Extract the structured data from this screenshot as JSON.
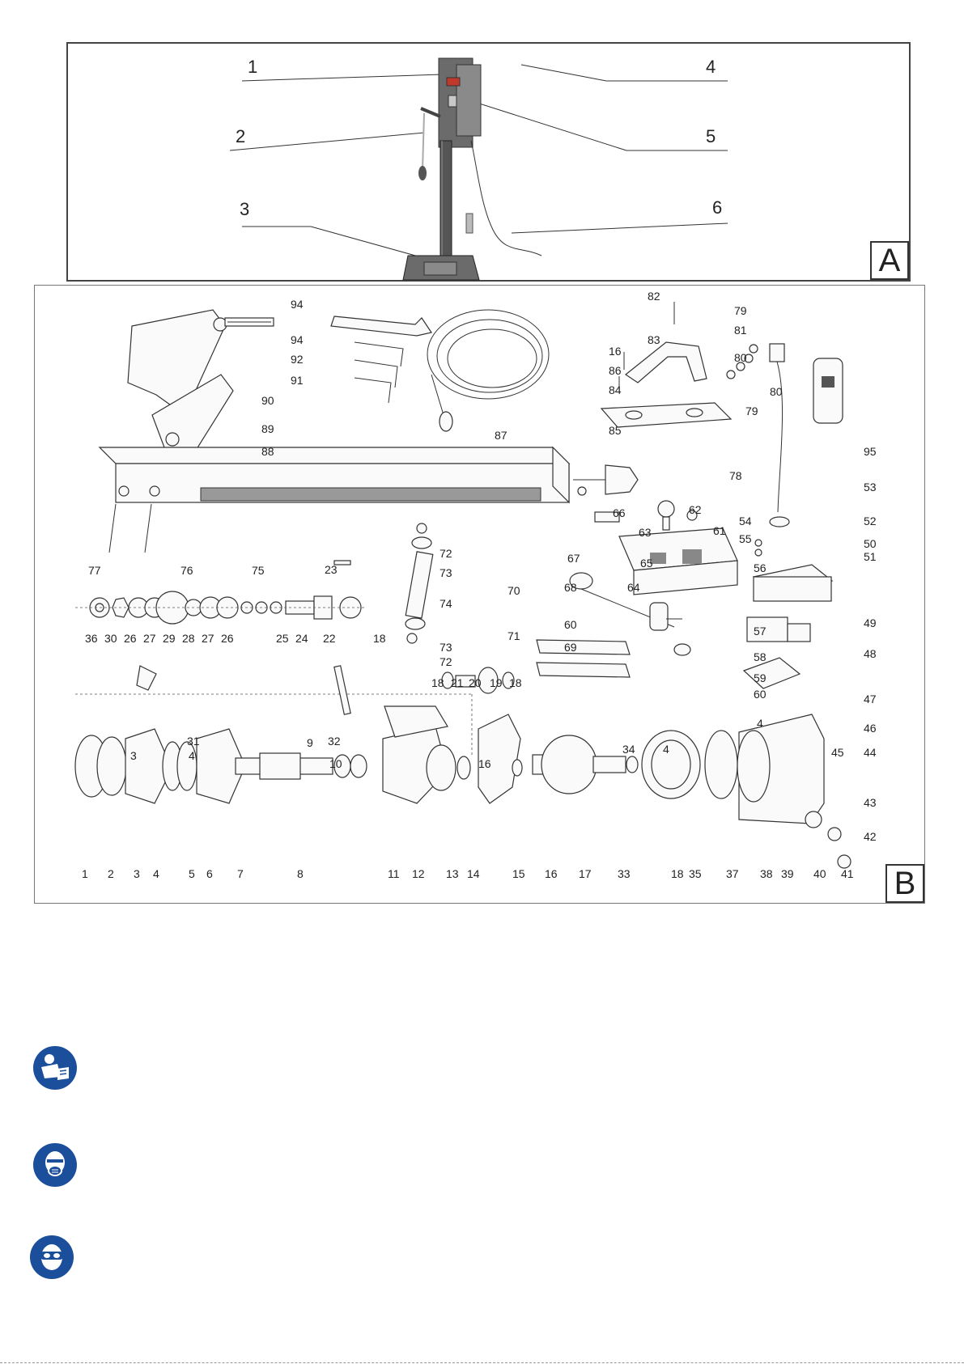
{
  "panel_a": {
    "letter": "A",
    "callouts": [
      "1",
      "2",
      "3",
      "4",
      "5",
      "6"
    ]
  },
  "panel_b": {
    "letter": "B",
    "labels": {
      "94a": "94",
      "94b": "94",
      "92": "92",
      "91": "91",
      "90": "90",
      "89": "89",
      "88": "88",
      "87": "87",
      "82": "82",
      "83": "83",
      "16a": "16",
      "86": "86",
      "84": "84",
      "85": "85",
      "79a": "79",
      "81": "81",
      "80a": "80",
      "80b": "80",
      "79b": "79",
      "95": "95",
      "78": "78",
      "53": "53",
      "66": "66",
      "62": "62",
      "61": "61",
      "63": "63",
      "54": "54",
      "52": "52",
      "55": "55",
      "77": "77",
      "76": "76",
      "75": "75",
      "67": "67",
      "65": "65",
      "56": "56",
      "50": "50",
      "51": "51",
      "72a": "72",
      "73a": "73",
      "74": "74",
      "23": "23",
      "70": "70",
      "68": "68",
      "64": "64",
      "49": "49",
      "36": "36",
      "30": "30",
      "26a": "26",
      "27a": "27",
      "29": "29",
      "28": "28",
      "27b": "27",
      "26b": "26",
      "25": "25",
      "24": "24",
      "22": "22",
      "18a": "18",
      "71": "71",
      "60a": "60",
      "69": "69",
      "57": "57",
      "73b": "73",
      "72b": "72",
      "58": "58",
      "59": "59",
      "48": "48",
      "18b": "18",
      "21": "21",
      "20": "20",
      "19": "19",
      "18c": "18",
      "60b": "60",
      "47": "47",
      "31": "31",
      "32": "32",
      "9": "9",
      "10": "10",
      "3a": "3",
      "4a": "4",
      "34": "34",
      "4b": "4",
      "16b": "16",
      "4c": "4",
      "46": "46",
      "45": "45",
      "44": "44",
      "43": "43",
      "42": "42",
      "1": "1",
      "2": "2",
      "3b": "3",
      "4d": "4",
      "5": "5",
      "6": "6",
      "7": "7",
      "8": "8",
      "11": "11",
      "12": "12",
      "13": "13",
      "14": "14",
      "15": "15",
      "16c": "16",
      "17": "17",
      "33": "33",
      "18d": "18",
      "35": "35",
      "37": "37",
      "38": "38",
      "39": "39",
      "40": "40",
      "41": "41"
    }
  },
  "icons": {
    "manual": "read-manual-icon",
    "mask": "dust-mask-icon",
    "goggles": "safety-goggles-icon",
    "color": "#1b4f9c"
  }
}
